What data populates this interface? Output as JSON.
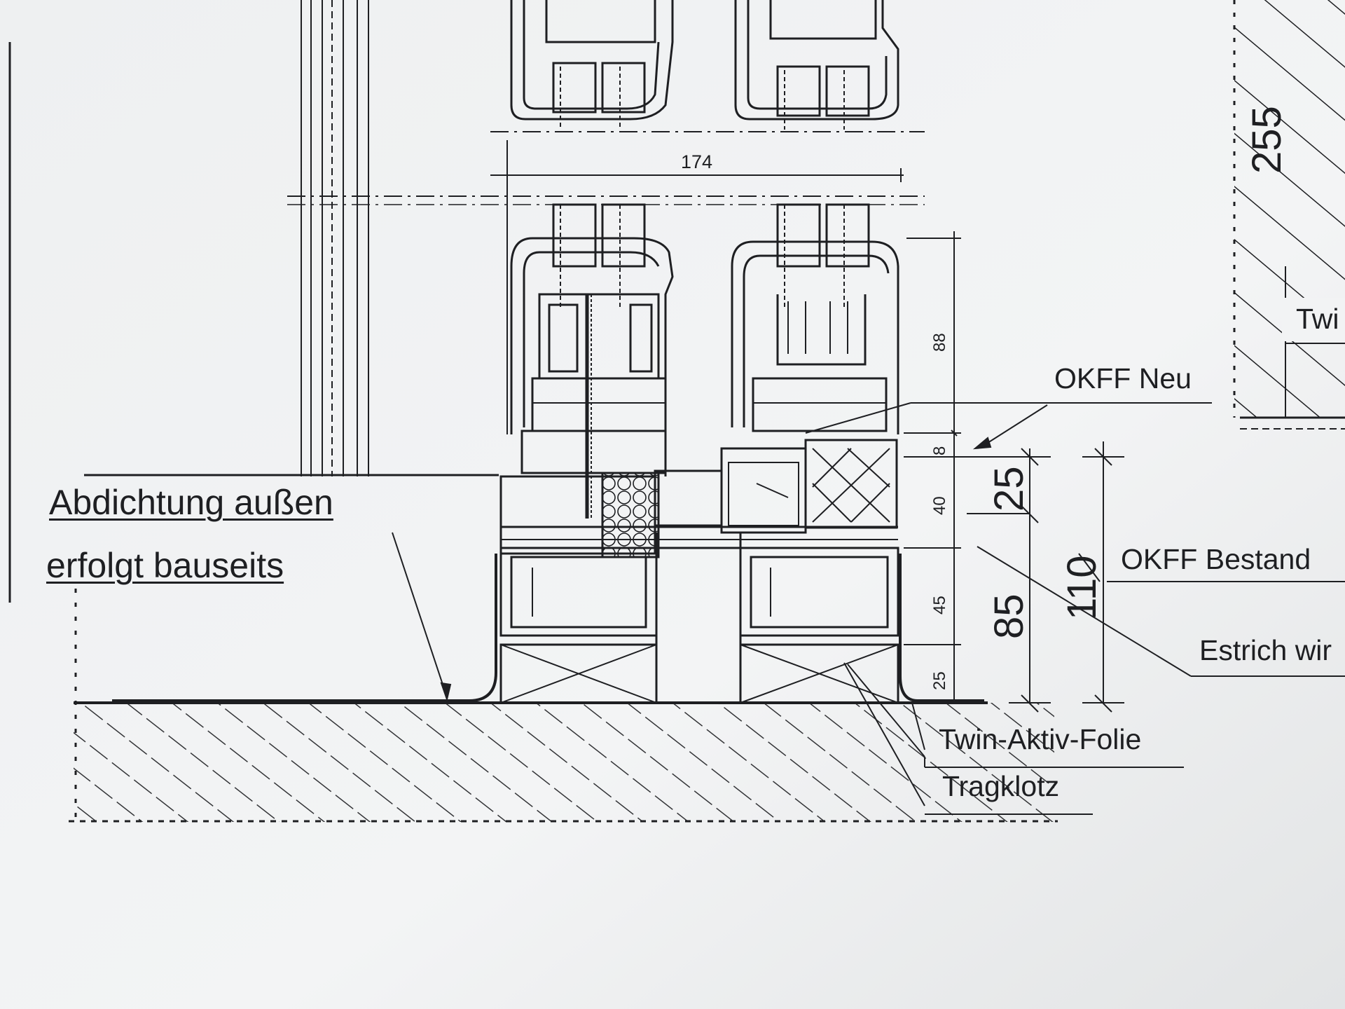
{
  "labels": {
    "abdichtung_line1": "Abdichtung außen",
    "abdichtung_line2": "erfolgt bauseits",
    "okff_neu": "OKFF Neu",
    "okff_bestand": "OKFF Bestand",
    "estrich": "Estrich wir",
    "twin_aktiv_folie": "Twin-Aktiv-Folie",
    "tragklotz": "Tragklotz",
    "twin_partial": "Twi"
  },
  "dimensions": {
    "width_174": "174",
    "d_255": "255",
    "d_88": "88",
    "d_8": "8",
    "d_40": "40",
    "d_45": "45",
    "d_25": "25",
    "d_25_big": "25",
    "d_85": "85",
    "d_110": "110"
  },
  "colors": {
    "paper": "#f4f5f5",
    "ink": "#1e1f22"
  }
}
